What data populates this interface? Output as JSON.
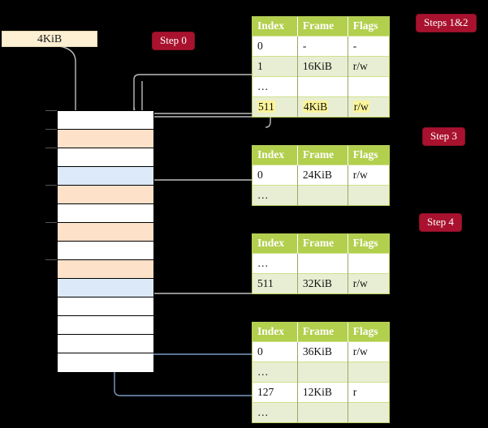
{
  "banner": {
    "label": "4KiB"
  },
  "steps": [
    {
      "name": "step-0",
      "label": "Step 0"
    },
    {
      "name": "steps-1-2",
      "label": "Steps 1&2"
    },
    {
      "name": "step-3",
      "label": "Step 3"
    },
    {
      "name": "step-4",
      "label": "Step 4"
    }
  ],
  "table_headers": [
    "Index",
    "Frame",
    "Flags"
  ],
  "tables": [
    {
      "name": "level4-table",
      "rows": [
        {
          "style": "plain",
          "index": "0",
          "frame": "-",
          "flags": "-",
          "highlight": false
        },
        {
          "style": "alt",
          "index": "1",
          "frame": "16KiB",
          "flags": "r/w",
          "highlight": false
        },
        {
          "style": "plain",
          "index": "…",
          "frame": "",
          "flags": "",
          "highlight": false
        },
        {
          "style": "alt",
          "index": "511",
          "frame": "4KiB",
          "flags": "r/w",
          "highlight": true
        }
      ]
    },
    {
      "name": "level3-table",
      "rows": [
        {
          "style": "plain",
          "index": "0",
          "frame": "24KiB",
          "flags": "r/w",
          "highlight": false
        },
        {
          "style": "alt",
          "index": "…",
          "frame": "",
          "flags": "",
          "highlight": false
        }
      ]
    },
    {
      "name": "level2-table",
      "rows": [
        {
          "style": "plain",
          "index": "…",
          "frame": "",
          "flags": "",
          "highlight": false
        },
        {
          "style": "alt",
          "index": "511",
          "frame": "32KiB",
          "flags": "r/w",
          "highlight": false
        }
      ]
    },
    {
      "name": "level1-table",
      "rows": [
        {
          "style": "plain",
          "index": "0",
          "frame": "36KiB",
          "flags": "r/w",
          "highlight": false
        },
        {
          "style": "alt",
          "index": "…",
          "frame": "",
          "flags": "",
          "highlight": false
        },
        {
          "style": "plain",
          "index": "127",
          "frame": "12KiB",
          "flags": "r",
          "highlight": false
        },
        {
          "style": "alt",
          "index": "…",
          "frame": "",
          "flags": "",
          "highlight": false
        }
      ]
    }
  ],
  "memory_rows": [
    {
      "fill": "white"
    },
    {
      "fill": "orange"
    },
    {
      "fill": "white"
    },
    {
      "fill": "blue"
    },
    {
      "fill": "orange"
    },
    {
      "fill": "white"
    },
    {
      "fill": "orange"
    },
    {
      "fill": "white"
    },
    {
      "fill": "orange"
    },
    {
      "fill": "blue"
    },
    {
      "fill": "white"
    },
    {
      "fill": "white"
    },
    {
      "fill": "white"
    },
    {
      "fill": "white"
    }
  ],
  "colors": {
    "step_pill": "#a9122e",
    "banner_bg": "#fcefd2",
    "table_header": "#b2cf4d",
    "table_alt_row": "#e8eed3",
    "memory_orange": "#fde1c8",
    "memory_blue": "#dce9f8",
    "highlight": "#fbf49a",
    "wire_grey": "#bdbdbd",
    "wire_blue": "#7b9cc4"
  }
}
